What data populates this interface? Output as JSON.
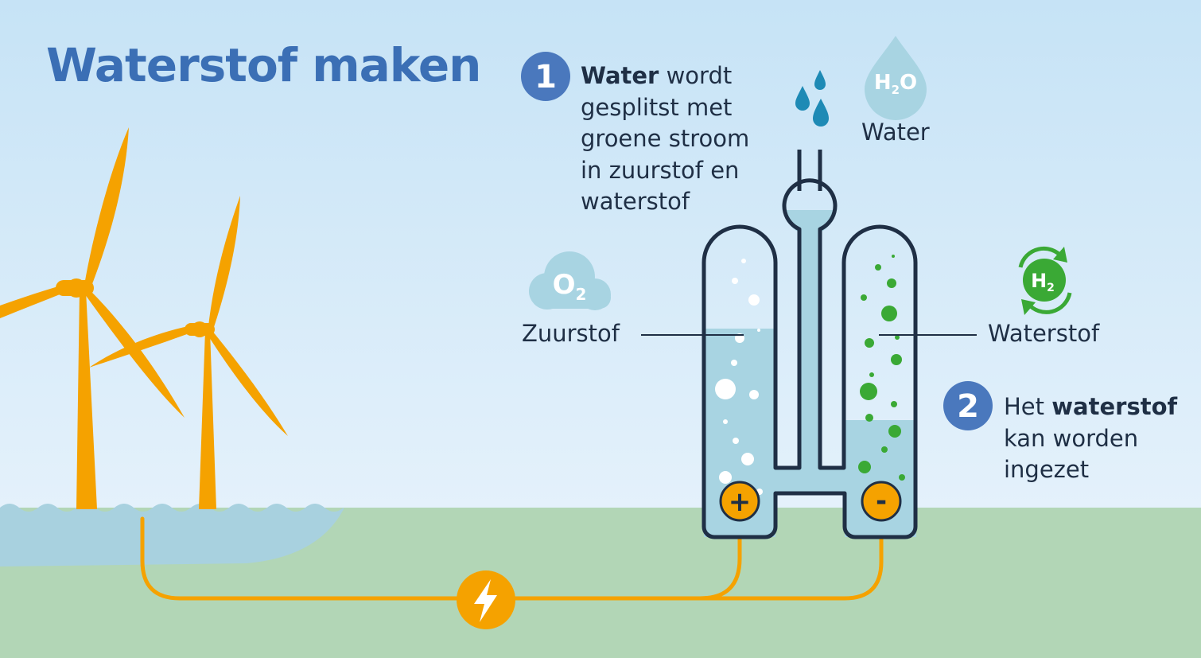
{
  "title": "Waterstof maken",
  "step1": {
    "number": "1",
    "bold": "Water",
    "rest": " wordt gesplitst met groene stroom in zuurstof en waterstof"
  },
  "step2": {
    "number": "2",
    "prefix": "Het ",
    "bold": "waterstof",
    "rest": " kan worden ingezet"
  },
  "labels": {
    "water": "Water",
    "zuurstof": "Zuurstof",
    "waterstof": "Waterstof"
  },
  "icons": {
    "h2o": {
      "main": "H",
      "sub": "2",
      "tail": "O"
    },
    "o2": {
      "main": "O",
      "sub": "2"
    },
    "h2": {
      "main": "H",
      "sub": "2"
    },
    "plus": "+",
    "minus": "-"
  },
  "colors": {
    "sky": "#d2e9f7",
    "ground": "#b2d6b6",
    "sea": "#a8d1df",
    "turbine": "#f5a200",
    "title": "#3b6fb5",
    "badge": "#4a78bd",
    "outline": "#1f2f45",
    "water_fill": "#a8d4e2",
    "oxygen_bubble": "#ffffff",
    "hydrogen_bubble": "#3aa935",
    "drop": "#1e8ab5"
  }
}
